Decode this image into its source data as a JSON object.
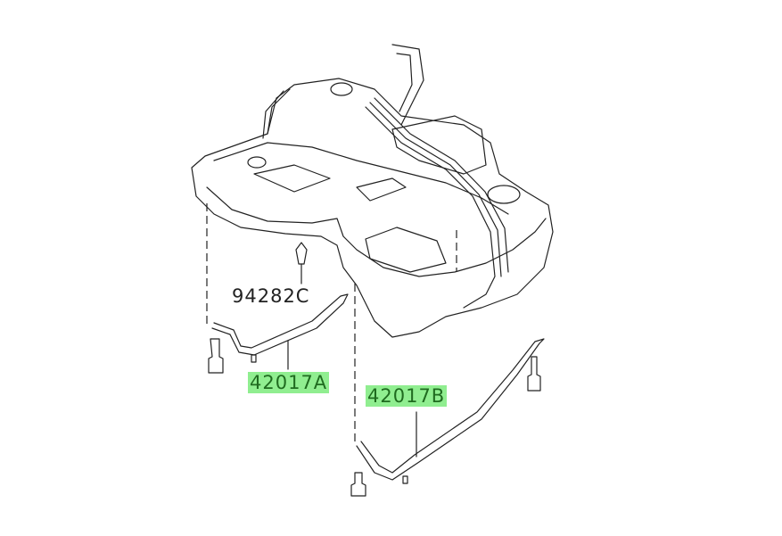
{
  "diagram": {
    "part_labels": [
      {
        "id": "94282C",
        "highlighted": false
      },
      {
        "id": "42017A",
        "highlighted": true
      },
      {
        "id": "42017B",
        "highlighted": true
      }
    ],
    "highlight_color": "#90ee90",
    "line_color": "#222222"
  }
}
